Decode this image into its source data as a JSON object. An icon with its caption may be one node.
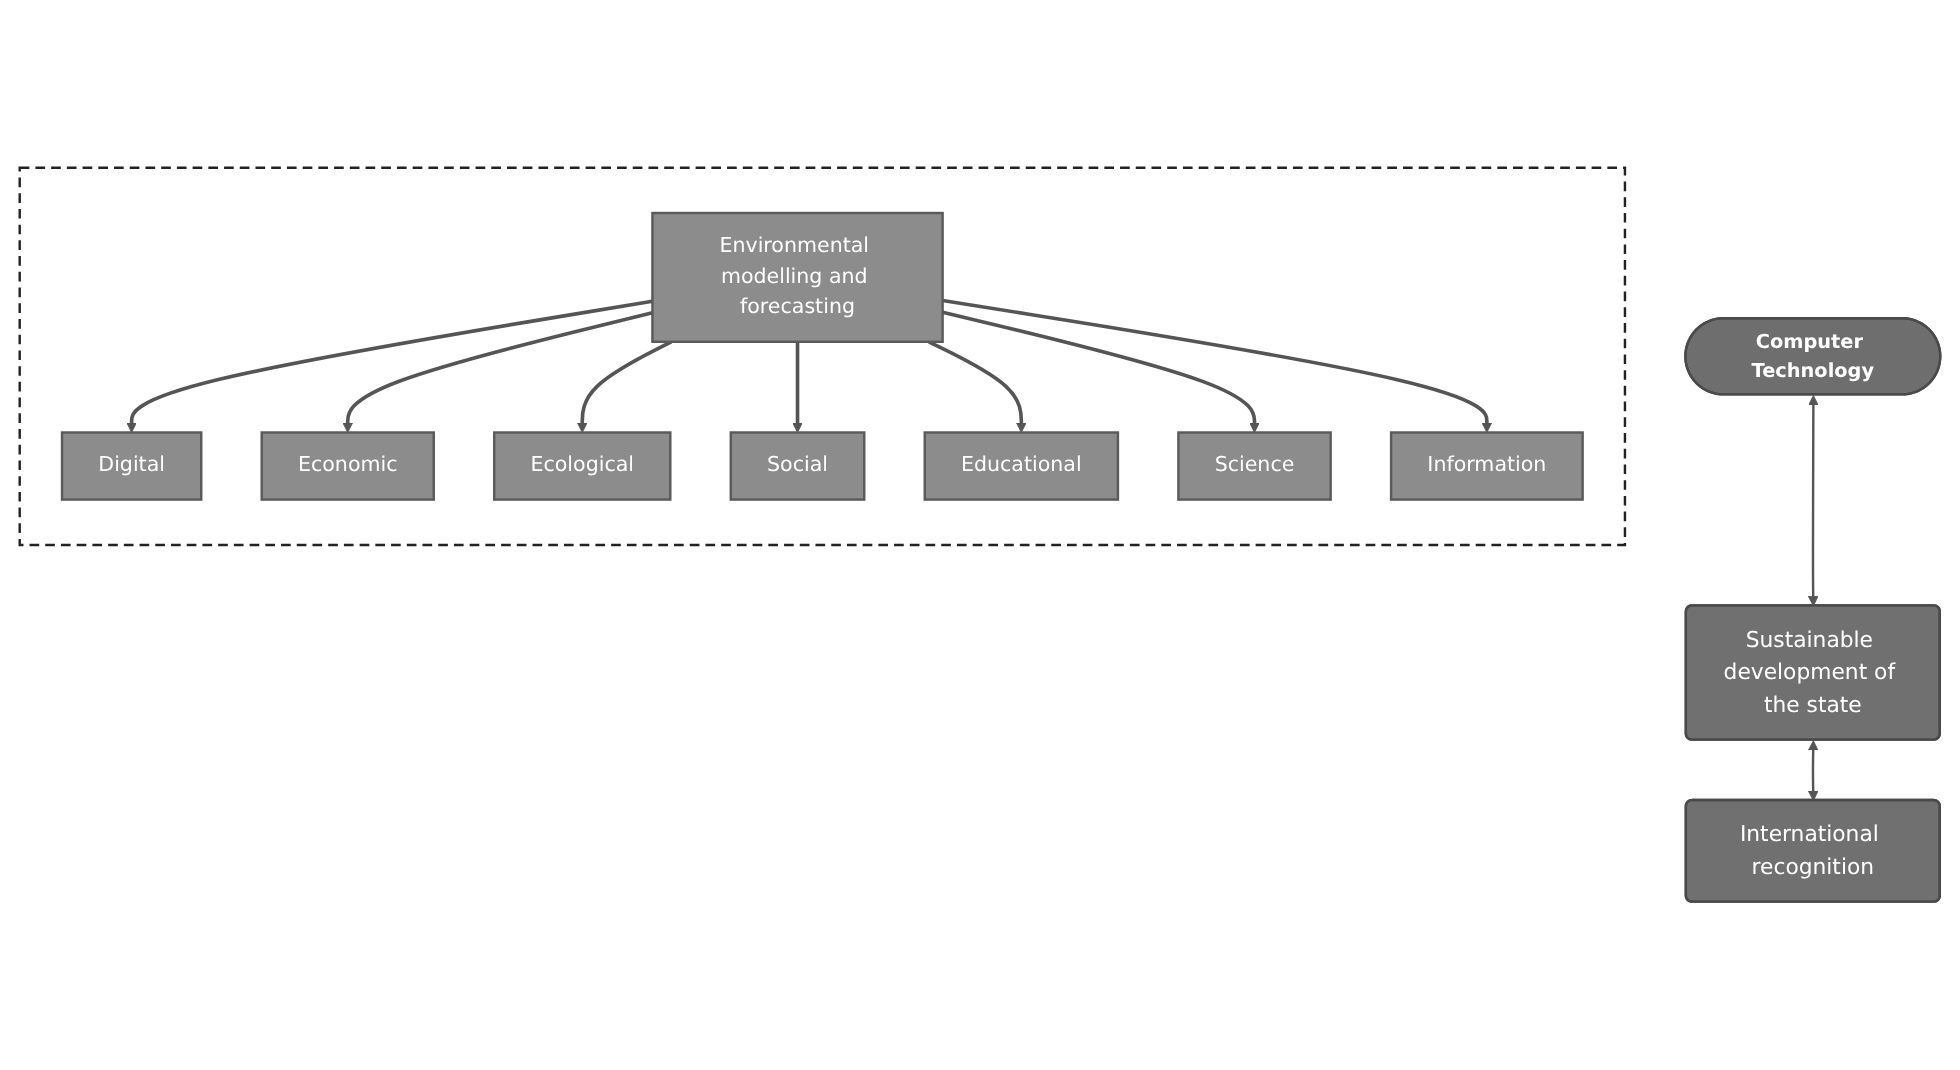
{
  "diagram": {
    "nodes": [
      {
        "text": [],
        "shape": "box"
      },
      {
        "text": [
          "Environmental modelling and forecasting"
        ],
        "in": 0
      },
      {
        "text": [
          "Digital"
        ],
        "in": 0
      },
      {
        "text": [
          "Economic"
        ],
        "in": 0
      },
      {
        "text": [
          "Ecological"
        ],
        "in": 0
      },
      {
        "text": [
          "Social"
        ],
        "in": 0
      },
      {
        "text": [
          "Educational"
        ],
        "in": 0
      },
      {
        "text": [
          "Science"
        ],
        "in": 0
      },
      {
        "text": [
          "Information"
        ],
        "in": 0
      },
      {
        "text": [
          "Computer Technology"
        ]
      },
      {
        "text": [
          "Sustainable development of the state"
        ]
      },
      {
        "text": [
          "International recognition"
        ]
      }
    ],
    "edges": [
      {
        "from": 1,
        "to": 2,
        "arrow": "to"
      },
      {
        "from": 1,
        "to": 3,
        "arrow": "to"
      },
      {
        "from": 1,
        "to": 4,
        "arrow": "to"
      },
      {
        "from": 1,
        "to": 5,
        "arrow": "to"
      },
      {
        "from": 1,
        "to": 6,
        "arrow": "to"
      },
      {
        "from": 1,
        "to": 7,
        "arrow": "to"
      },
      {
        "from": 1,
        "to": 8,
        "arrow": "to"
      },
      {
        "from": 9,
        "to": 10,
        "arrow": "both"
      },
      {
        "from": 10,
        "to": 11,
        "arrow": "both"
      }
    ]
  }
}
